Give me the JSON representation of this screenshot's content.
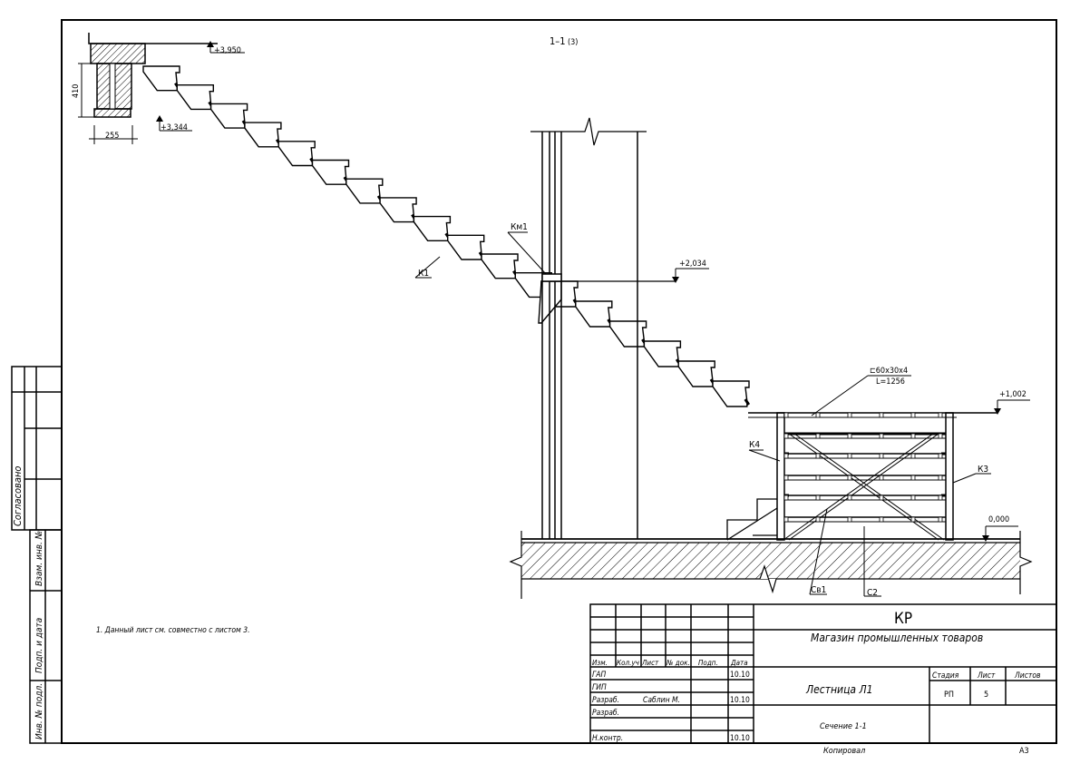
{
  "drawing": {
    "section_title": "1–1",
    "section_title_ref": "(3)",
    "elevations": [
      "+3,950",
      "+3,344",
      "+2,034",
      "+1,002",
      "0,000"
    ],
    "dimensions": [
      "410",
      "255"
    ],
    "callouts": {
      "k1": "К1",
      "km1": "Км1",
      "k4": "К4",
      "k3": "К3",
      "sv1": "Св1",
      "c2": "С2",
      "profile": "⊏60х30х4",
      "profile_length": "L=1256"
    }
  },
  "note": "1. Данный лист см. совместно с листом 3.",
  "side_stamp": {
    "agreed": "Согласовано",
    "replaces_inv": "Взам. инв. №",
    "sign_date": "Подп. и дата",
    "inv_orig": "Инв. № подл."
  },
  "title_block": {
    "project_code": "КР",
    "object_name": "Магазин промышленных товаров",
    "drawing_name": "Лестница Л1",
    "sheet_content": "Сечение 1-1",
    "headers": [
      "Изм.",
      "Кол.уч",
      "Лист",
      "№ док.",
      "Подп.",
      "Дата"
    ],
    "rows": [
      {
        "role": "ГАП",
        "name": "",
        "date": "10.10"
      },
      {
        "role": "ГИП",
        "name": "",
        "date": ""
      },
      {
        "role": "Разраб.",
        "name": "Саблин М.",
        "date": "10.10"
      },
      {
        "role": "Разраб.",
        "name": "",
        "date": ""
      },
      {
        "role": "Н.контр.",
        "name": "",
        "date": "10.10"
      }
    ],
    "stage_label": "Стадия",
    "sheet_label": "Лист",
    "sheets_label": "Листов",
    "stage": "РП",
    "sheet": "5",
    "sheets": ""
  },
  "footer": {
    "copied": "Копировал",
    "format": "А3"
  }
}
